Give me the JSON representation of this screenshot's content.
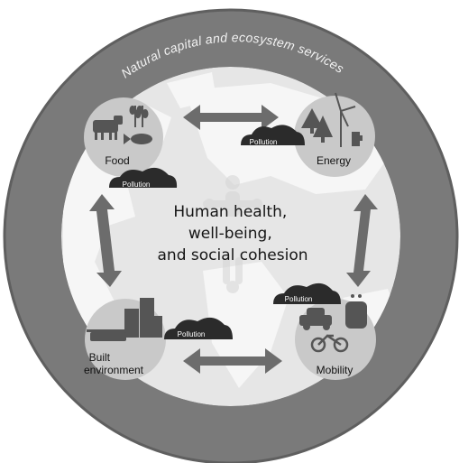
{
  "ring_label": "Natural capital and ecosystem services",
  "center": {
    "lines": [
      "Human health,",
      "well-being,",
      "and social cohesion"
    ]
  },
  "nodes": {
    "food": "Food",
    "energy": "Energy",
    "built": [
      "Built",
      "environment"
    ],
    "mobility": "Mobility"
  },
  "pollution_label": "Pollution",
  "colors": {
    "outer_ring": "#7a7a7a",
    "map_bg": "#e6e6e6",
    "land": "#f6f6f6",
    "node_circle": "#c9c9c9",
    "cloud": "#2b2b2b",
    "arrow": "#6c6c6c",
    "glyph": "#555555"
  }
}
